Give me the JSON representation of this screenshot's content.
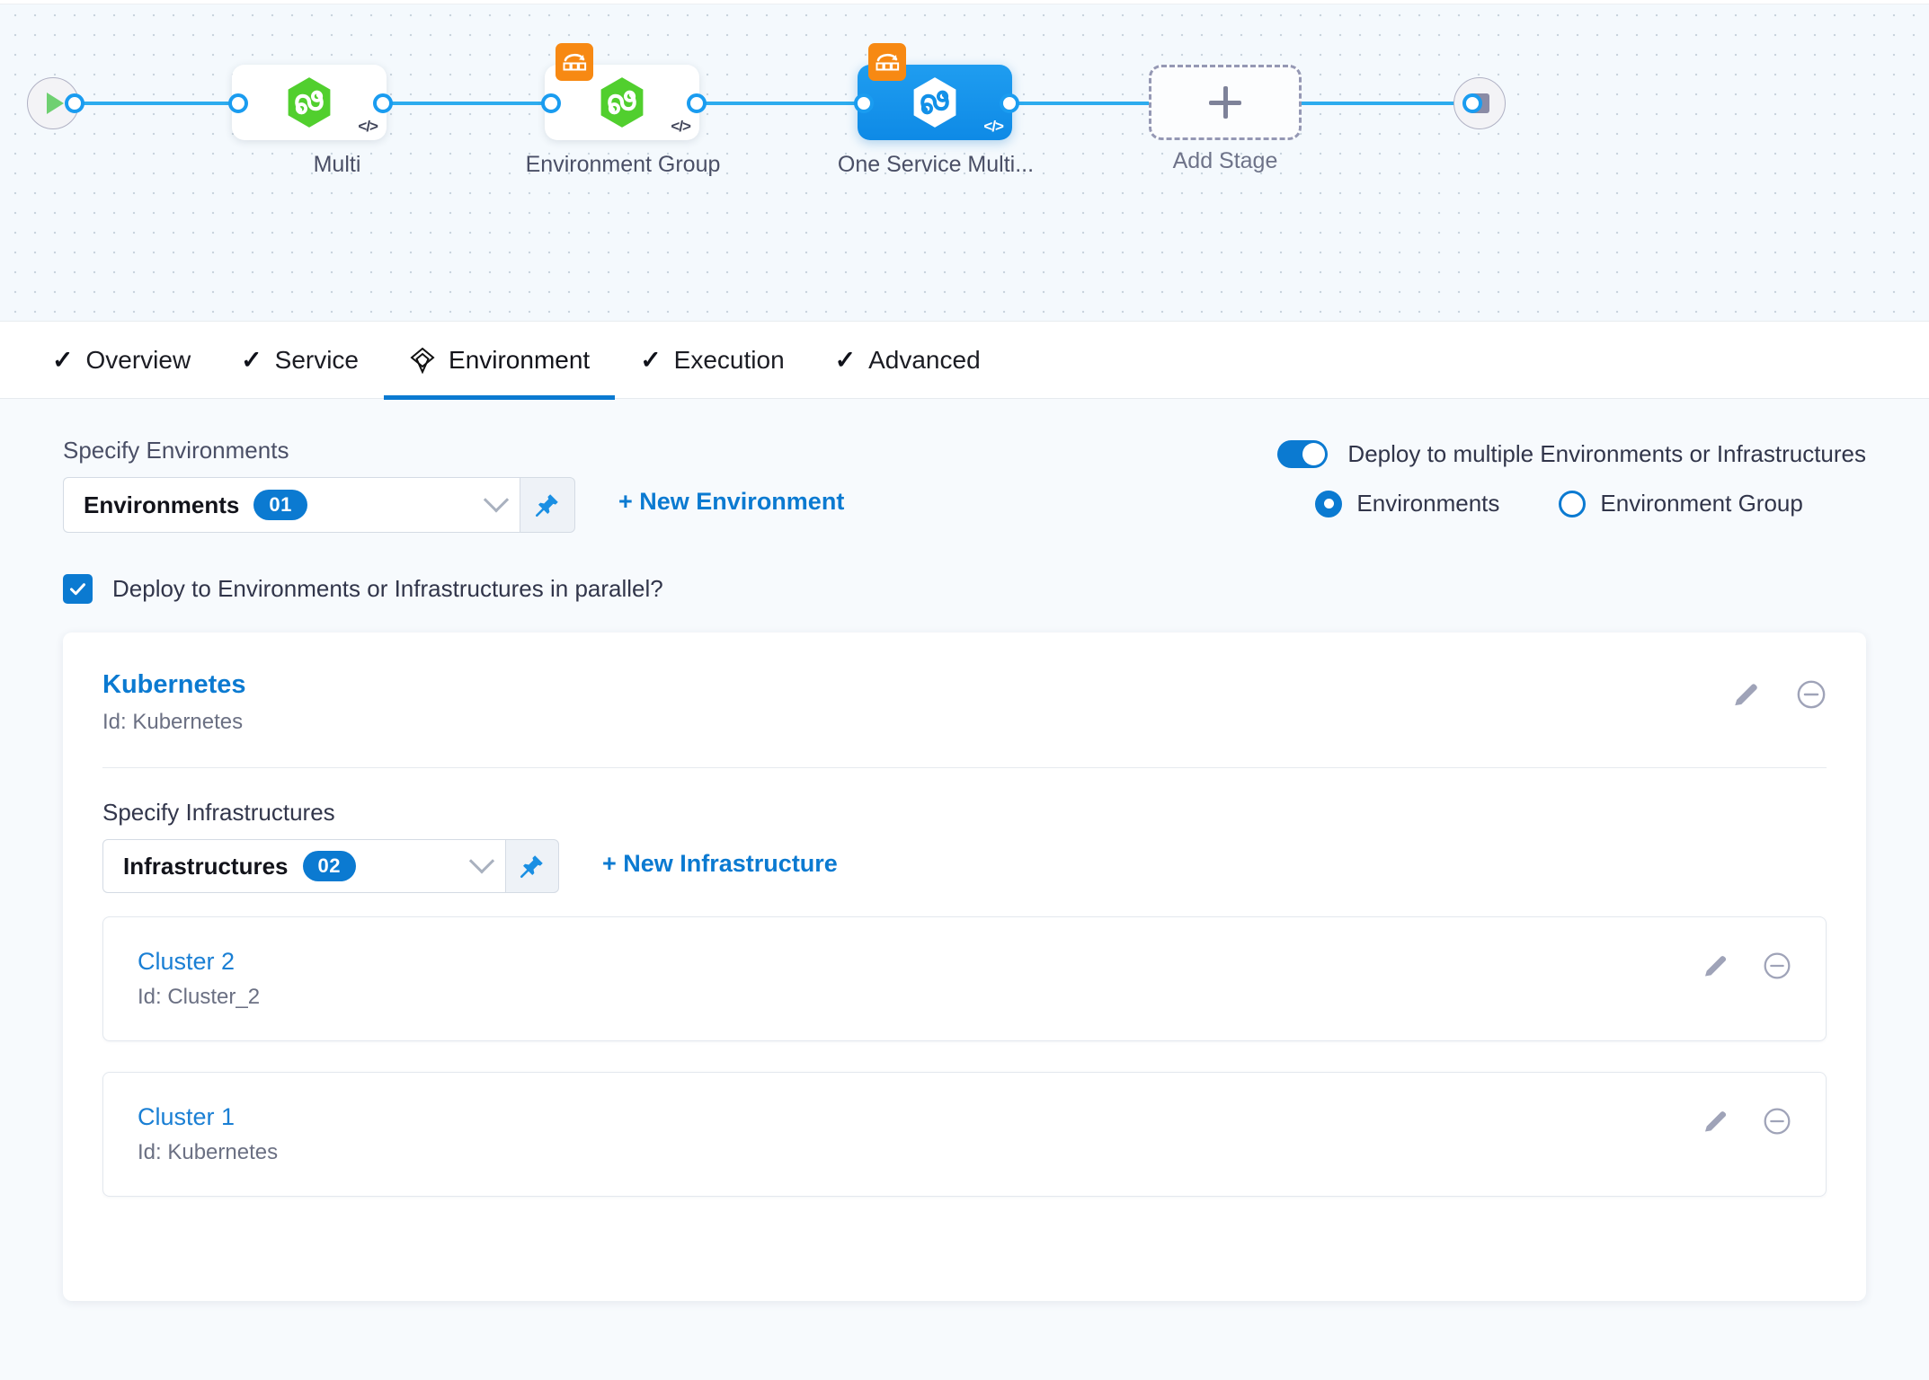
{
  "pipeline": {
    "start_icon": "play-icon",
    "end_icon": "stop-icon",
    "stages": [
      {
        "label": "Multi",
        "icon": "harness-hexagon-icon",
        "badge": "code-icon",
        "selected": false,
        "loop": false
      },
      {
        "label": "Environment Group",
        "icon": "harness-hexagon-icon",
        "badge": "code-icon",
        "selected": false,
        "loop": true
      },
      {
        "label": "One Service Multi...",
        "icon": "harness-hexagon-icon",
        "badge": "code-icon",
        "selected": true,
        "loop": true
      }
    ],
    "add_stage": {
      "label": "Add Stage",
      "icon": "plus-icon"
    }
  },
  "tabs": [
    {
      "label": "Overview",
      "icon": "check-icon",
      "active": false
    },
    {
      "label": "Service",
      "icon": "check-icon",
      "active": false
    },
    {
      "label": "Environment",
      "icon": "layers-icon",
      "active": true
    },
    {
      "label": "Execution",
      "icon": "check-icon",
      "active": false
    },
    {
      "label": "Advanced",
      "icon": "check-icon",
      "active": false
    }
  ],
  "environment_section": {
    "specify_label": "Specify Environments",
    "select_value": "Environments",
    "select_count": "01",
    "pin_icon": "pin-icon",
    "chevron_icon": "chevron-down-icon",
    "new_environment_label": "+ New Environment",
    "multi_toggle_label": "Deploy to multiple Environments or Infrastructures",
    "multi_toggle_on": true,
    "radios": [
      {
        "label": "Environments",
        "checked": true
      },
      {
        "label": "Environment Group",
        "checked": false
      }
    ],
    "parallel_label": "Deploy to Environments or Infrastructures in parallel?",
    "parallel_checked": true
  },
  "environment_card": {
    "title": "Kubernetes",
    "id_text": "Id: Kubernetes",
    "edit_icon": "pencil-icon",
    "remove_icon": "minus-circle-icon",
    "infrastructures": {
      "specify_label": "Specify Infrastructures",
      "select_value": "Infrastructures",
      "select_count": "02",
      "new_infrastructure_label": "+ New Infrastructure",
      "items": [
        {
          "title": "Cluster 2",
          "id_text": "Id: Cluster_2",
          "edit_icon": "pencil-icon",
          "remove_icon": "minus-circle-icon"
        },
        {
          "title": "Cluster 1",
          "id_text": "Id: Kubernetes",
          "edit_icon": "pencil-icon",
          "remove_icon": "minus-circle-icon"
        }
      ]
    }
  },
  "colors": {
    "accent": "#0b7ad1",
    "wire": "#2dacee",
    "harness_green": "#51cf2e",
    "loop_orange": "#f78913",
    "selected_stage": "#1290e8"
  }
}
